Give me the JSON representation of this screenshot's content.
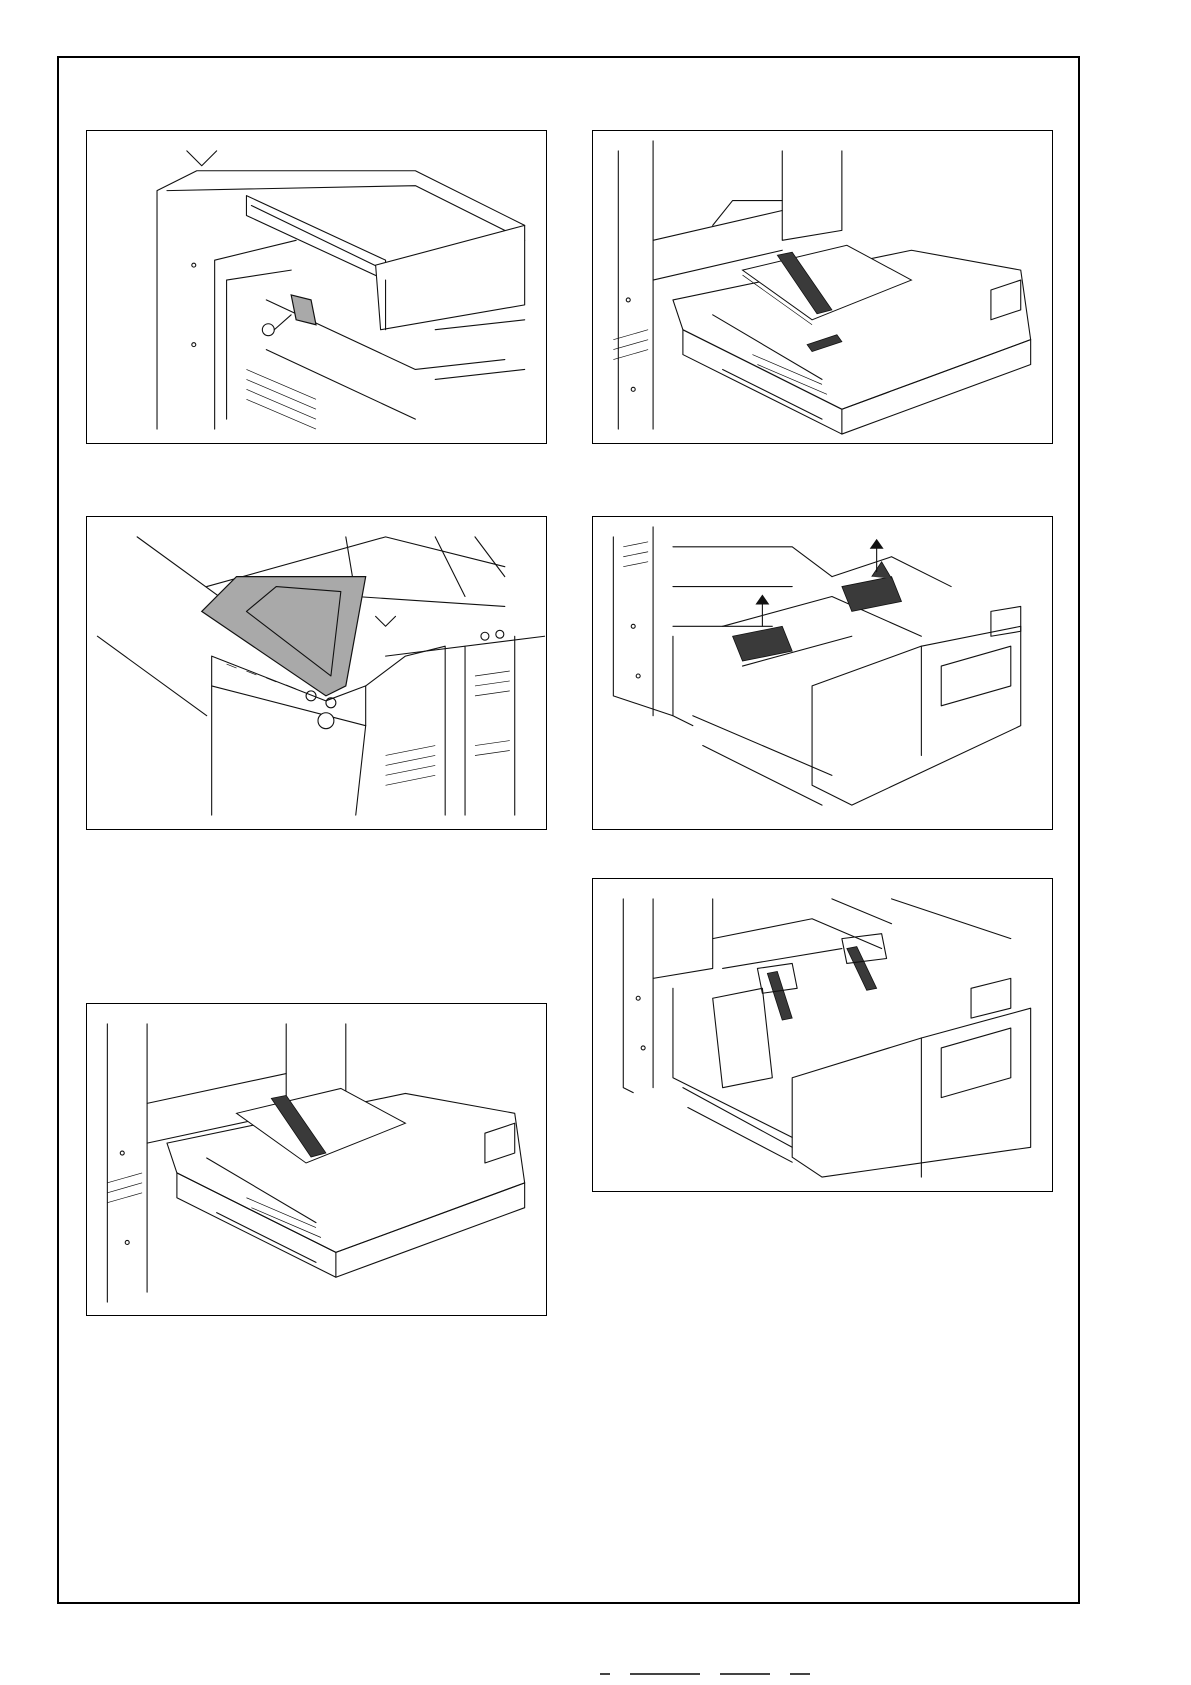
{
  "document": {
    "figures": [
      {
        "id": "fig1",
        "icon": "screw-and-bracket-illustration"
      },
      {
        "id": "fig2",
        "icon": "paper-tray-open-illustration"
      },
      {
        "id": "fig3",
        "icon": "control-panel-highlighted-illustration"
      },
      {
        "id": "fig4",
        "icon": "guide-lift-arrows-illustration"
      },
      {
        "id": "fig5",
        "icon": "tray-guides-installed-illustration"
      },
      {
        "id": "fig6",
        "icon": "paper-tray-loaded-illustration"
      }
    ],
    "colors": {
      "line": "#111111",
      "highlight": "#a9a9a9",
      "frame": "#000000"
    }
  }
}
